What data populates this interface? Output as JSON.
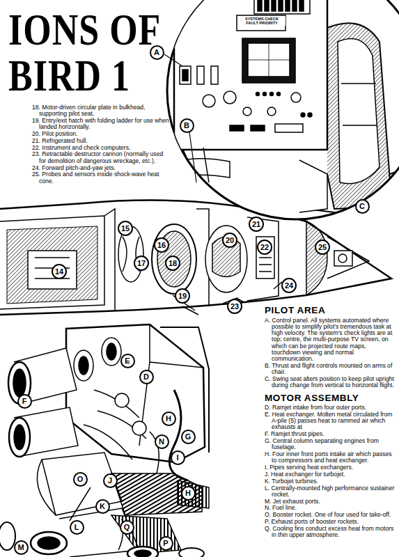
{
  "diagram": {
    "title": "IONS OF BIRD 1",
    "nodes": [
      {
        "text": [
          "A"
        ]
      },
      {
        "text": [
          "B"
        ]
      },
      {
        "text": [
          "C"
        ]
      },
      {
        "text": [
          "14"
        ]
      },
      {
        "text": [
          "15"
        ]
      },
      {
        "text": [
          "16"
        ]
      },
      {
        "text": [
          "17"
        ]
      },
      {
        "text": [
          "18"
        ]
      },
      {
        "text": [
          "19"
        ]
      },
      {
        "text": [
          "20"
        ]
      },
      {
        "text": [
          "21"
        ]
      },
      {
        "text": [
          "22"
        ]
      },
      {
        "text": [
          "23"
        ]
      },
      {
        "text": [
          "24"
        ]
      },
      {
        "text": [
          "25"
        ]
      },
      {
        "text": [
          "D"
        ]
      },
      {
        "text": [
          "E"
        ]
      },
      {
        "text": [
          "F"
        ]
      },
      {
        "text": [
          "H"
        ]
      },
      {
        "text": [
          "G"
        ]
      },
      {
        "text": [
          "N"
        ]
      },
      {
        "text": [
          "I"
        ]
      },
      {
        "text": [
          "O"
        ]
      },
      {
        "text": [
          "J"
        ]
      },
      {
        "text": [
          "H"
        ]
      },
      {
        "text": [
          "K"
        ]
      },
      {
        "text": [
          "L"
        ]
      },
      {
        "text": [
          "Q"
        ]
      },
      {
        "text": [
          "M"
        ]
      },
      {
        "text": [
          "P"
        ]
      }
    ],
    "labels": [
      "SYSTEMS CHECK FAULT PRIORITY",
      "18. Motor-driven circular plate in bulkhead, supporting pilot seat.",
      "19. Entry/exit hatch with folding ladder for use when landed horizontally.",
      "20. Pilot position.",
      "21. Refrigerated hull.",
      "22. Instrument and check computers.",
      "23. Retractable destructor cannon (normally used for demolition of dangerous wreckage, etc.).",
      "24. Forward pitch-and-yaw jets.",
      "25. Probes and sensors inside shock-wave heat cone.",
      "PILOT AREA",
      "A. Control panel. All systems automated where possible to simplify pilot's tremendous task at high velocity. The system's check lights are at top; centre, the multi-purpose TV screen, on which can be projected route maps, touchdown viewing and normal communication.",
      "B. Thrust and flight controls mounted on arms of chair.",
      "C. Swing seat alters position to keep pilot upright during change from vertical to horizontal flight.",
      "MOTOR ASSEMBLY",
      "D. Ramjet intake from four outer ports.",
      "E. Heat exchanger. Molten metal circulated from A-pile (5) passes heat to rammed air which exhausts at",
      "F. Ramjet thrust pipes.",
      "G. Central column separating engines from fuselage.",
      "H. Four inner front ports intake air which passes to compressors and heat exchanger.",
      "I. Pipes serving heat exchangers.",
      "J. Heat exchanger for turbojet.",
      "K. Turbojet turbines.",
      "L. Centrally-mounted high performance sustainer rocket.",
      "M. Jet exhaust ports.",
      "N. Fuel line.",
      "O. Booster rocket. One of four used for take-off.",
      "P. Exhaust ports of booster rockets.",
      "Q. Cooling fins conduct excess heat from motors in thin upper atmosphere."
    ]
  }
}
